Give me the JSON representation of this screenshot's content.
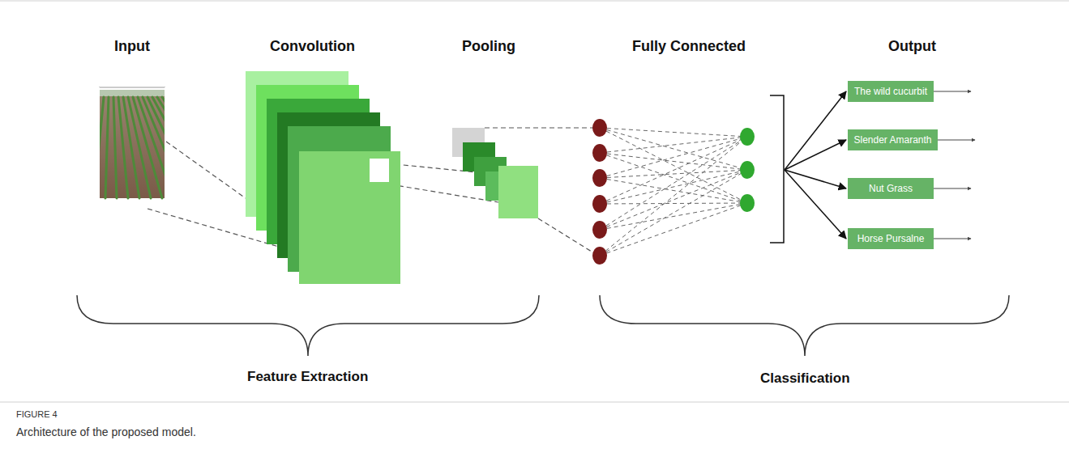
{
  "diagram": {
    "caption": "Architecture of the proposed model.",
    "nodes": [
      {
        "text": [
          "The wild cucurbit"
        ]
      },
      {
        "text": [
          "Slender Amaranth"
        ]
      },
      {
        "text": [
          "Nut Grass"
        ]
      },
      {
        "text": [
          "Horse Pursalne"
        ]
      }
    ],
    "labels": [
      "Input",
      "Convolution",
      "Pooling",
      "Fully Connected",
      "Output",
      "Feature Extraction",
      "Classification",
      "FIGURE 4"
    ]
  }
}
